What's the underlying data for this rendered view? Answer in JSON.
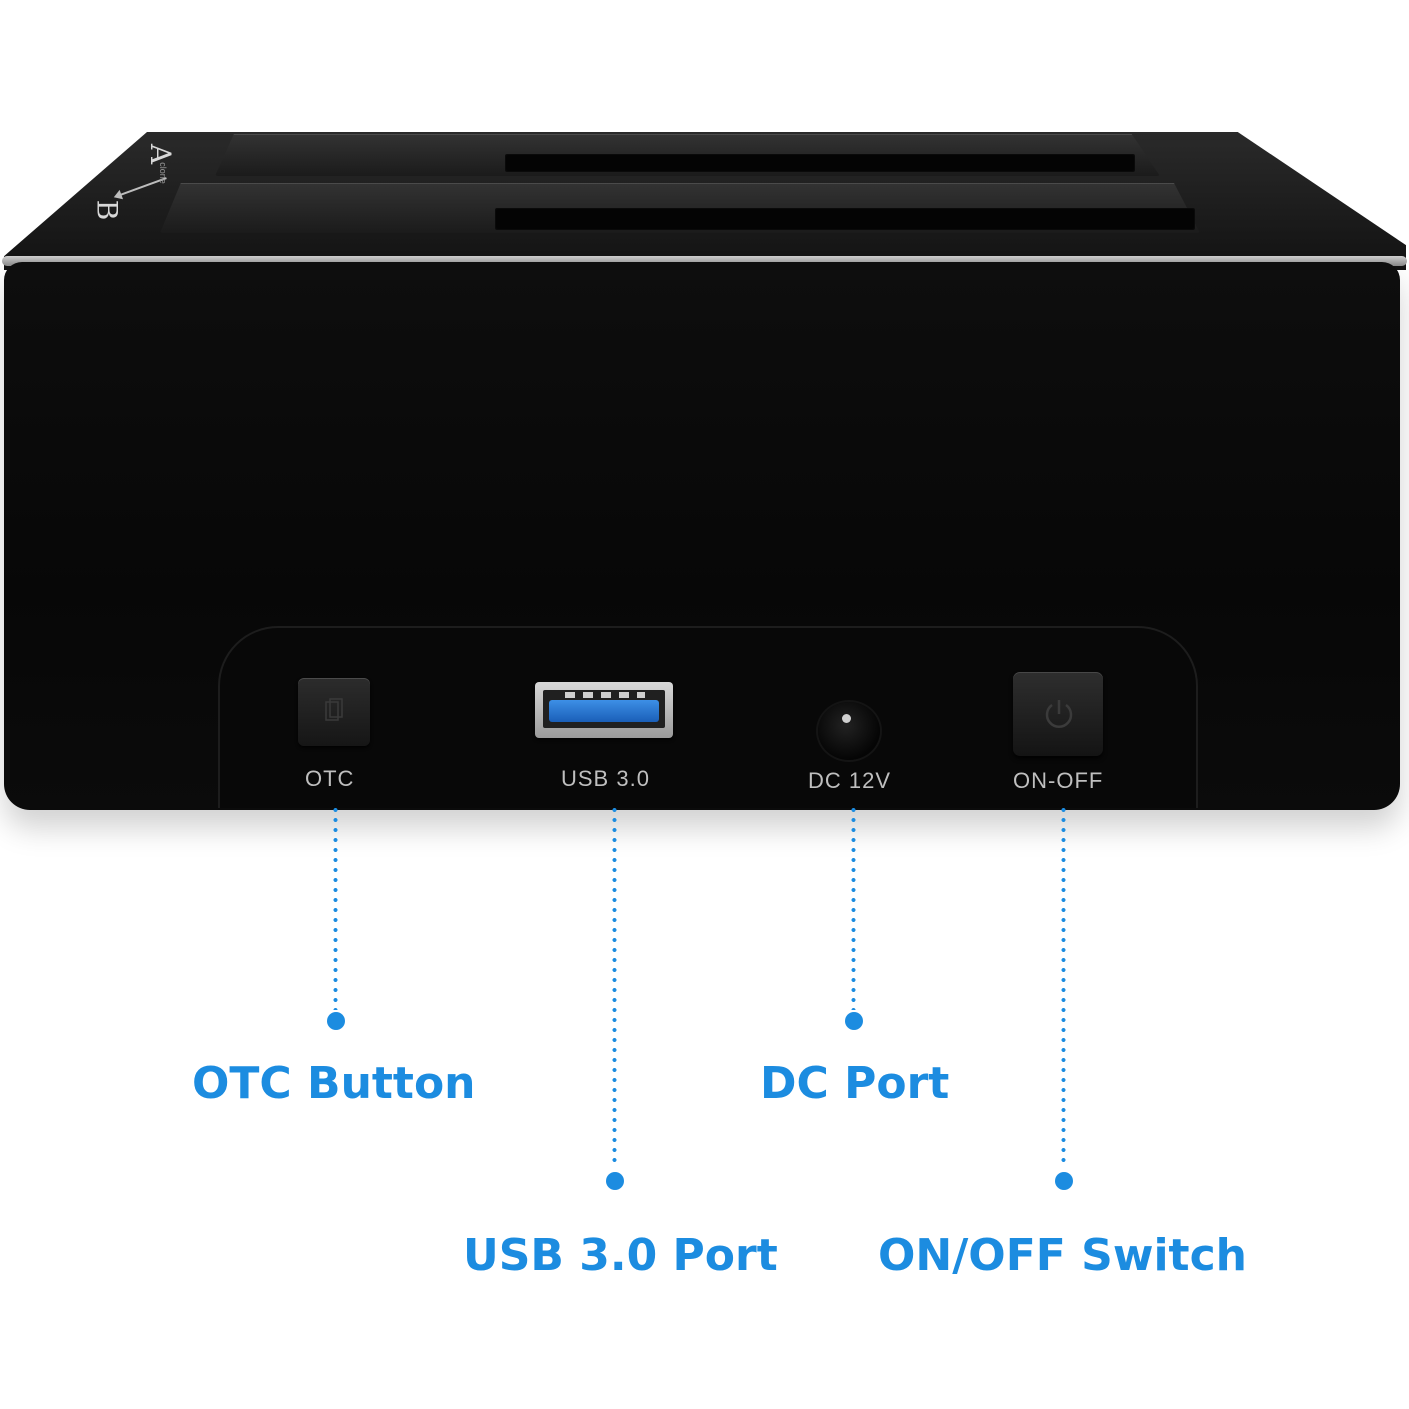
{
  "device": {
    "bay_labels": [
      "A",
      "B"
    ],
    "bay_arrow_text": "clone",
    "port_labels": {
      "otc": "OTC",
      "usb": "USB 3.0",
      "dc": "DC 12V",
      "onoff": "ON-OFF"
    }
  },
  "callouts": {
    "otc": "OTC Button",
    "usb": "USB 3.0 Port",
    "dc": "DC Port",
    "onoff": "ON/OFF Switch"
  },
  "colors": {
    "accent": "#1c8ce0",
    "device_body": "#0b0b0b",
    "usb_tongue": "#2b78d6"
  },
  "icons": [
    "copy-icon",
    "power-icon"
  ]
}
